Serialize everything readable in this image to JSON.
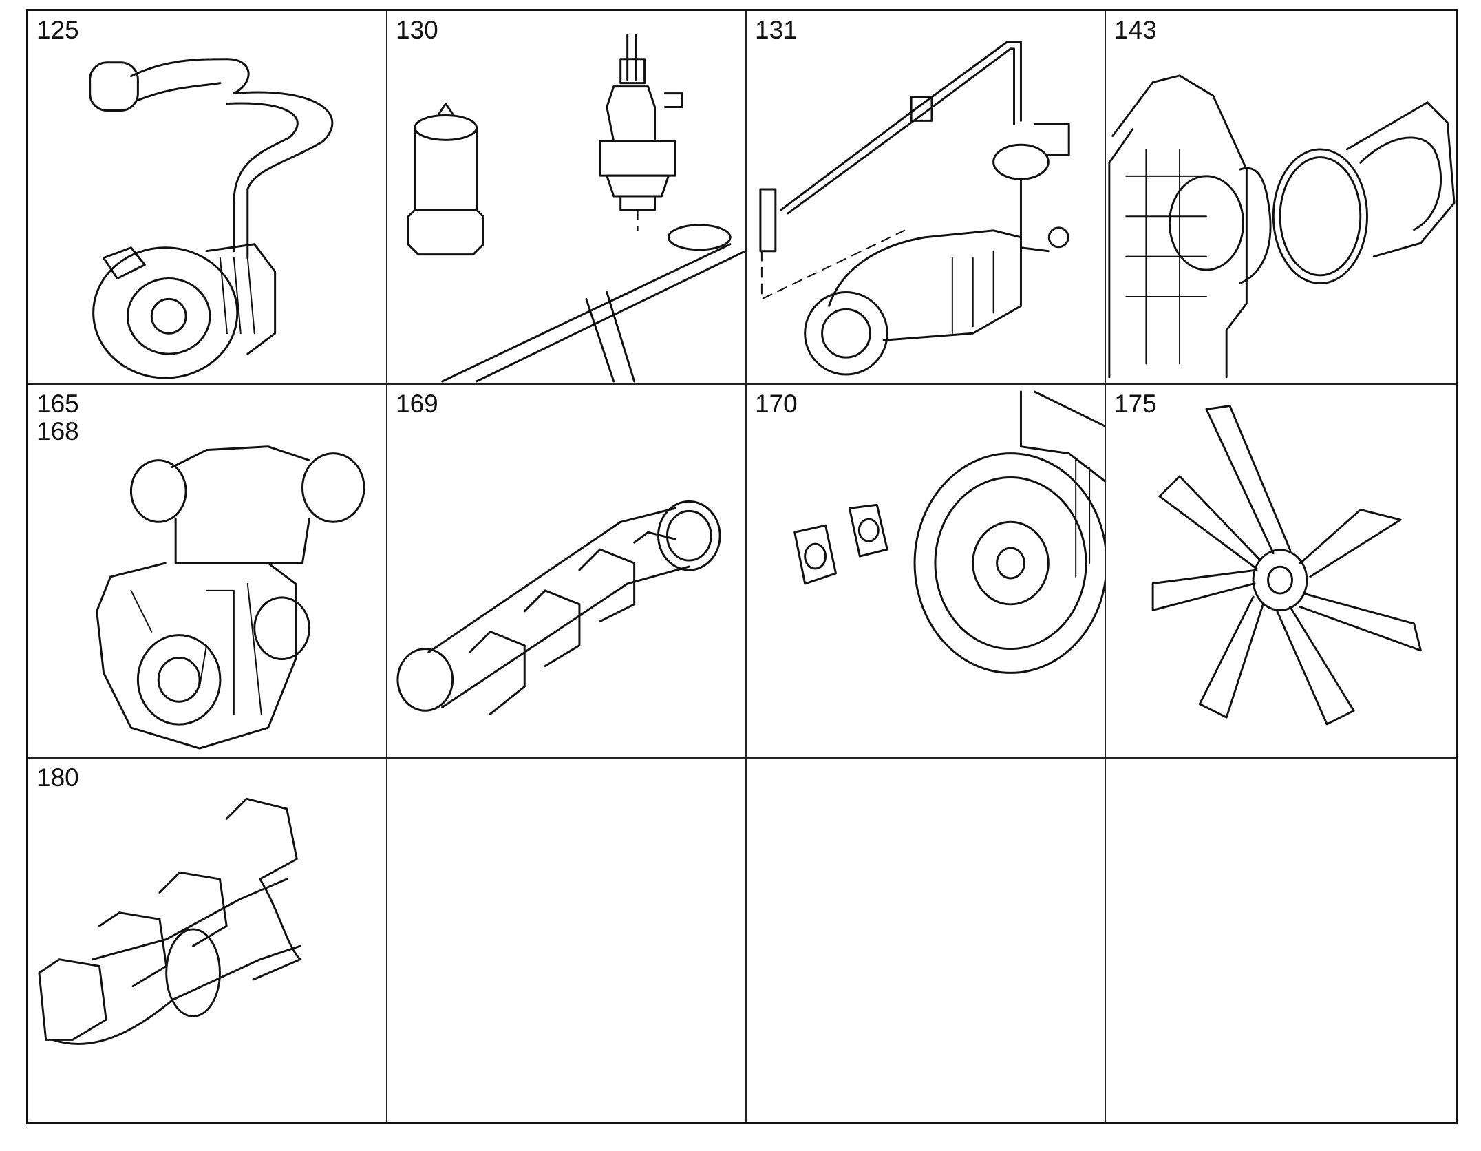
{
  "cells": [
    {
      "labels": [
        "125"
      ],
      "icon": "turbocharger-icon"
    },
    {
      "labels": [
        "130"
      ],
      "icon": "glow-plug-icon"
    },
    {
      "labels": [
        "131"
      ],
      "icon": "fuel-line-icon"
    },
    {
      "labels": [
        "143"
      ],
      "icon": "timing-cover-icon"
    },
    {
      "labels": [
        "165",
        "168"
      ],
      "icon": "compressor-icon"
    },
    {
      "labels": [
        "169"
      ],
      "icon": "intake-manifold-icon"
    },
    {
      "labels": [
        "170"
      ],
      "icon": "flywheel-housing-icon"
    },
    {
      "labels": [
        "175"
      ],
      "icon": "fan-icon"
    },
    {
      "labels": [
        "180"
      ],
      "icon": "exhaust-manifold-icon"
    },
    {
      "labels": []
    },
    {
      "labels": []
    },
    {
      "labels": []
    }
  ]
}
